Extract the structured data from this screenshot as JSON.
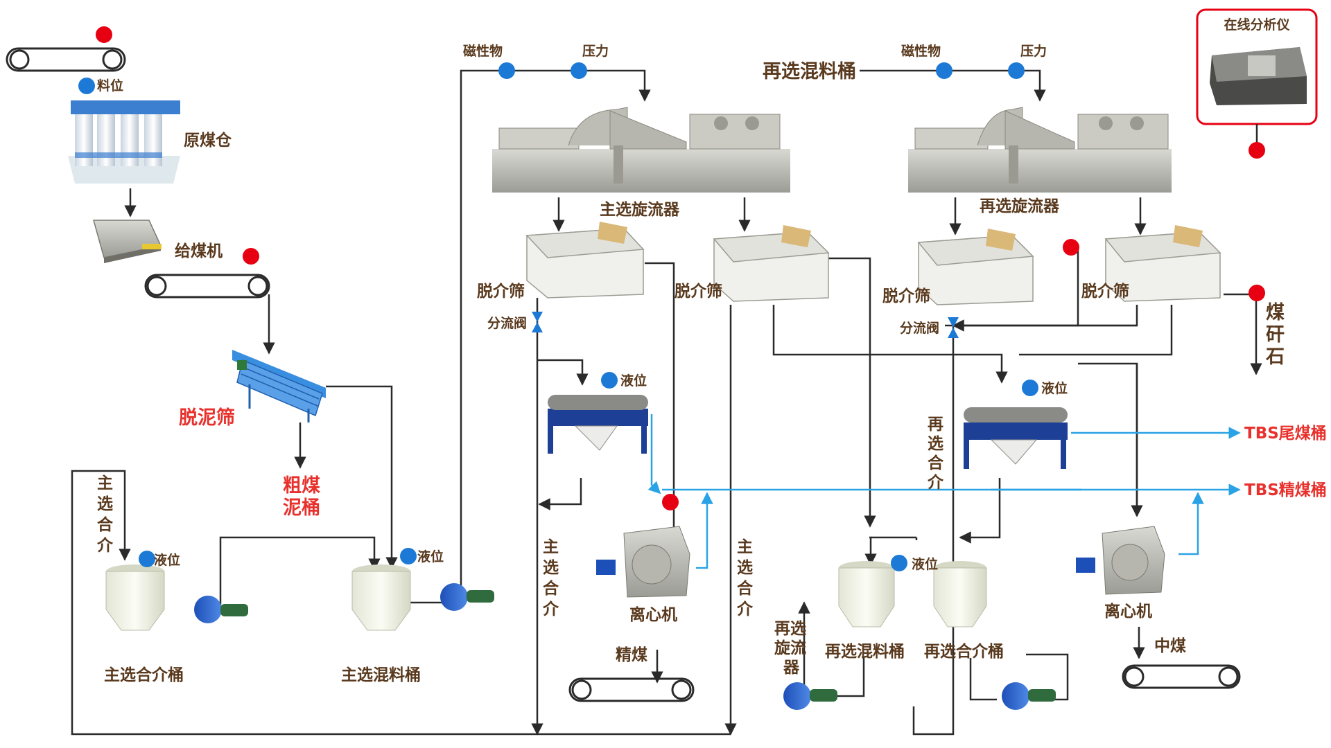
{
  "analyzer": {
    "title": "在线分析仪"
  },
  "instruments": {
    "level": "料位",
    "magnetic": "磁性物",
    "pressure": "压力",
    "liquid_level": "液位",
    "divert_valve": "分流阀"
  },
  "equipment": {
    "raw_coal_bin": "原煤仓",
    "feeder": "给煤机",
    "desliming_screen": "脱泥筛",
    "coarse_slime_tank": [
      "粗煤",
      "泥桶"
    ],
    "main_cyclone": "主选旋流器",
    "reselect_cyclone": "再选旋流器",
    "reselect_mix_tank_top": "再选混料桶",
    "drain_screen": "脱介筛",
    "centrifuge": "离心机",
    "main_dense_medium_tank": "主选合介桶",
    "main_mix_tank": "主选混料桶",
    "reselect_mix_tank": "再选混料桶",
    "reselect_dense_medium_tank": "再选合介桶"
  },
  "flows": {
    "main_dense_medium": [
      "主",
      "选",
      "合",
      "介"
    ],
    "reselect_dense_medium": [
      "再",
      "选",
      "合",
      "介"
    ],
    "reselect_cyclone_vertical": [
      "再选",
      "旋流",
      "器"
    ],
    "clean_coal": "精煤",
    "middlings": "中煤",
    "gangue": [
      "煤",
      "矸",
      "石"
    ],
    "tbs_tail": "TBS尾煤桶",
    "tbs_clean": "TBS精煤桶"
  },
  "colors": {
    "process_line": "#2a2a2a",
    "water_line": "#2aa3e6",
    "sensor_red": "#e60012",
    "sensor_blue": "#1c7ad6",
    "label": "#5a3a1e",
    "label_red": "#e8312c",
    "analyzer_border": "#e60012"
  }
}
